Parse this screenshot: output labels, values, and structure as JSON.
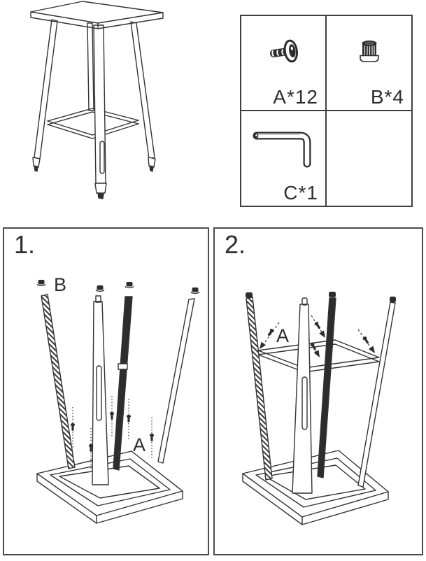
{
  "parts_box": {
    "cells": [
      {
        "icon": "screw-icon",
        "label": "A*12"
      },
      {
        "icon": "foot-cap-icon",
        "label": "B*4"
      },
      {
        "icon": "allen-key-icon",
        "label": "C*1"
      },
      {
        "icon": "",
        "label": ""
      }
    ]
  },
  "steps": [
    {
      "number": "1.",
      "callouts": {
        "cap": "B",
        "screw": "A"
      }
    },
    {
      "number": "2.",
      "callouts": {
        "screw": "A"
      }
    }
  ],
  "colors": {
    "line": "#333333",
    "dark_fill": "#2d2d2d",
    "panel_border": "#4c4c4c",
    "background": "#ffffff"
  }
}
